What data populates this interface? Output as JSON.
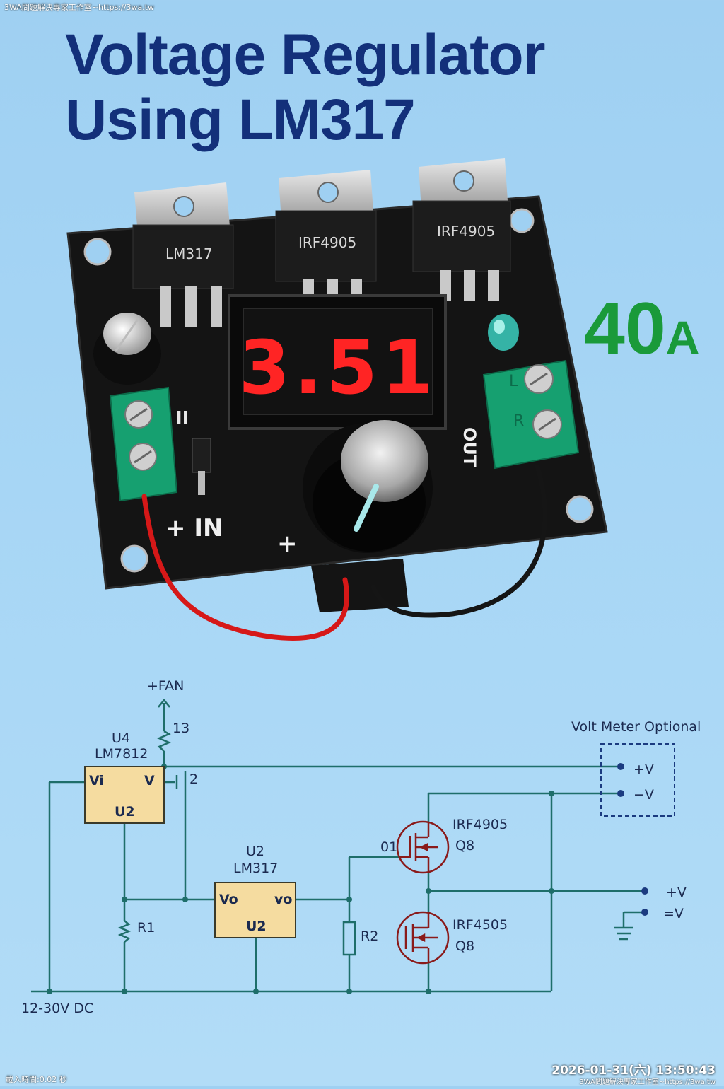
{
  "header_watermark": "3WA問題解決專家工作室~https://3wa.tw",
  "title_line1": "Voltage Regulator",
  "title_line2": "Using LM317",
  "current_rating": "40",
  "current_unit": "A",
  "board": {
    "chip1": "LM317",
    "chip2": "IRF4905",
    "chip3": "IRF4905",
    "display": "3.51",
    "in_label": "+ IN",
    "in_marks": "II",
    "plus_mark": "+",
    "out_label": "OUT",
    "term_l": "L",
    "term_r": "R"
  },
  "schematic": {
    "fan": "+FAN",
    "r13": "13",
    "u4_ref": "U4",
    "u4_part": "LM7812",
    "u4_vi": "Vi",
    "u4_v": "V",
    "u4_u2": "U2",
    "cap_num": "2",
    "u2_ref": "U2",
    "u2_part": "LM317",
    "u2_vo_left": "Vo",
    "u2_vo_right": "vo",
    "u2_label": "U2",
    "r1": "R1",
    "r2": "R2",
    "q_top_gate": "01",
    "q_top_part": "IRF4905",
    "q_top_ref": "Q8",
    "q_bot_part": "IRF4505",
    "q_bot_ref": "Q8",
    "vm_title": "Volt Meter Optional",
    "vm_plus": "+V",
    "vm_minus": "−V",
    "out_plus": "+V",
    "out_eq": "=V",
    "supply": "12-30V DC"
  },
  "footer_time": "2026-01-31(六) 13:50:43",
  "footer_sub": "3WA問題解決專家工作室~https://3wa.tw",
  "footer_left": "載入時間:0.02 秒",
  "colors": {
    "title": "#13307a",
    "amp": "#1a9a3a",
    "wire": "#1e6e6a",
    "ic": "#f5dca0",
    "led": "#ff2020"
  }
}
